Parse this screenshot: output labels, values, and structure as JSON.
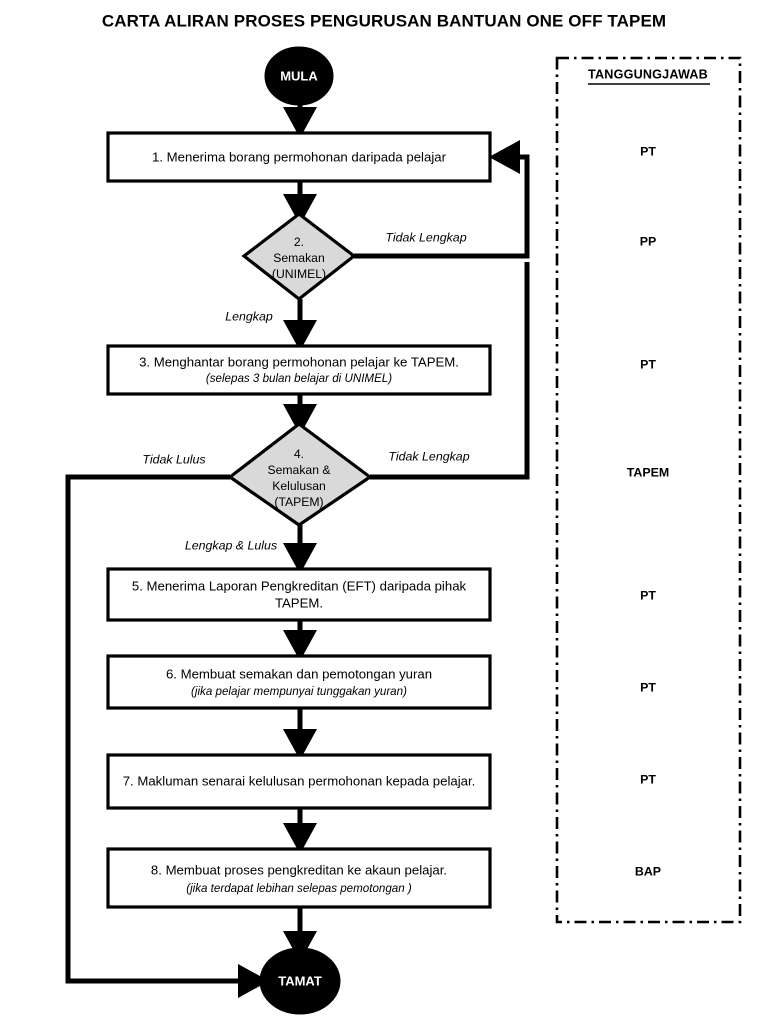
{
  "document": {
    "title": "CARTA ALIRAN PROSES PENGURUSAN BANTUAN ONE OFF TAPEM"
  },
  "terminals": {
    "start": "MULA",
    "end": "TAMAT"
  },
  "process_steps": [
    {
      "id": "step1",
      "text": "1. Menerima borang permohonan daripada pelajar",
      "subtext": ""
    },
    {
      "id": "step3",
      "text": "3. Menghantar borang permohonan pelajar ke TAPEM.",
      "subtext": "(selepas 3 bulan belajar di UNIMEL)"
    },
    {
      "id": "step5",
      "text": "5. Menerima Laporan Pengkreditan (EFT) daripada pihak",
      "subtext2": "TAPEM.",
      "subtext": ""
    },
    {
      "id": "step6",
      "text": "6. Membuat semakan dan pemotongan yuran",
      "subtext": "(jika pelajar mempunyai tunggakan yuran)"
    },
    {
      "id": "step7",
      "text": "7. Makluman senarai kelulusan permohonan kepada pelajar.",
      "subtext": ""
    },
    {
      "id": "step8",
      "text": "8. Membuat proses pengkreditan ke akaun pelajar.",
      "subtext": "(jika terdapat lebihan selepas pemotongan )"
    }
  ],
  "step5_line2": "TAPEM.",
  "decisions": [
    {
      "id": "decision2",
      "line1": "2.",
      "line2": "Semakan",
      "line3": "(UNIMEL)",
      "line4": ""
    },
    {
      "id": "decision4",
      "line1": "4.",
      "line2": "Semakan &",
      "line3": "Kelulusan",
      "line4": "(TAPEM)"
    }
  ],
  "branch_labels": {
    "d2_right": "Tidak Lengkap",
    "d2_down": "Lengkap",
    "d4_left": "Tidak Lulus",
    "d4_right": "Tidak Lengkap",
    "d4_down": "Lengkap & Lulus"
  },
  "responsibility": {
    "header": "TANGGUNGJAWAB",
    "items": [
      {
        "label": "PT"
      },
      {
        "label": "PP"
      },
      {
        "label": "PT"
      },
      {
        "label": "TAPEM"
      },
      {
        "label": "PT"
      },
      {
        "label": "PT"
      },
      {
        "label": "PT"
      },
      {
        "label": "BAP"
      }
    ]
  },
  "colors": {
    "stroke": "#000000",
    "decision_fill": "#d9d9d9",
    "box_fill": "#ffffff",
    "terminal_fill": "#000000",
    "page_bg": "#ffffff"
  }
}
